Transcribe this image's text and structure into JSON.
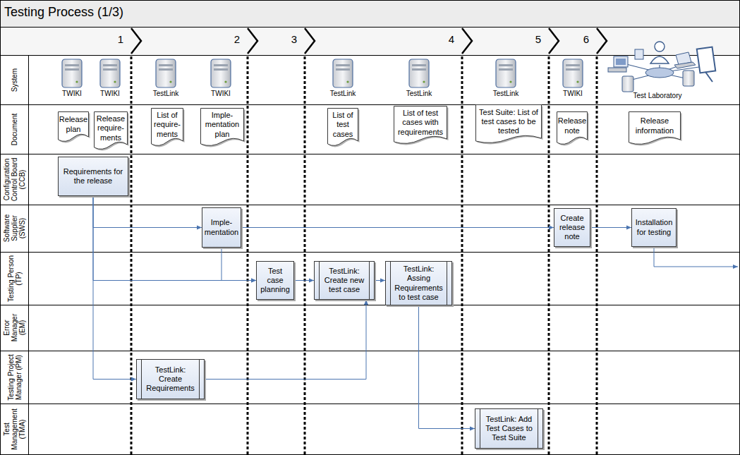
{
  "diagram": {
    "title": "Testing Process (1/3)",
    "nodes": [
      {
        "text": [
          "Release plan"
        ]
      },
      {
        "text": [
          "Release require- ments"
        ]
      },
      {
        "text": [
          "List of require- ments"
        ]
      },
      {
        "text": [
          "Imple- mentation plan"
        ]
      },
      {
        "text": [
          "List of test cases"
        ]
      },
      {
        "text": [
          "List of test cases with requirements"
        ]
      },
      {
        "text": [
          "Test Suite: List of test cases to be tested"
        ]
      },
      {
        "text": [
          "Release note"
        ]
      },
      {
        "text": [
          "Release information"
        ]
      },
      {
        "text": [
          "Requirements for the release"
        ]
      },
      {
        "text": [
          "Imple- mentation"
        ]
      },
      {
        "text": [
          "Create release note"
        ]
      },
      {
        "text": [
          "Installation for testing"
        ]
      },
      {
        "text": [
          "Test case planning"
        ]
      },
      {
        "text": [
          "TestLink: Create new test case"
        ]
      },
      {
        "text": [
          "TestLink: Assing Requirements to test case"
        ]
      },
      {
        "text": [
          "TestLink: Create Requirements"
        ]
      },
      {
        "text": [
          "TestLink: Add Test Cases to Test Suite"
        ]
      }
    ],
    "edges": [
      {
        "from": 9,
        "to": 10,
        "arrow": "to"
      },
      {
        "from": 9,
        "to": 13,
        "arrow": "to"
      },
      {
        "from": 9,
        "to": 16,
        "arrow": "to"
      },
      {
        "from": 10,
        "to": 11,
        "arrow": "to"
      },
      {
        "from": 10,
        "to": 13,
        "arrow": "to"
      },
      {
        "from": 13,
        "to": 14,
        "arrow": "to"
      },
      {
        "from": 14,
        "to": 15,
        "arrow": "to"
      },
      {
        "from": 16,
        "to": 14,
        "arrow": "to"
      },
      {
        "from": 15,
        "to": 17,
        "arrow": "to"
      },
      {
        "from": 11,
        "to": 12,
        "arrow": "to"
      }
    ],
    "labels": [
      "1",
      "2",
      "3",
      "4",
      "5",
      "6",
      "System",
      "Document",
      "Configuration Control Board (CCB)",
      "Software Supplier (SWS)",
      "Testing Person (TP)",
      "Error Manager (EM)",
      "Testing Project Manager (PM)",
      "Test Management (TMA)",
      "TWIKI",
      "TWIKI",
      "TestLink",
      "TWIKI",
      "TestLink",
      "TestLink",
      "TestLink",
      "TWIKI",
      "Test Laboratory"
    ]
  }
}
